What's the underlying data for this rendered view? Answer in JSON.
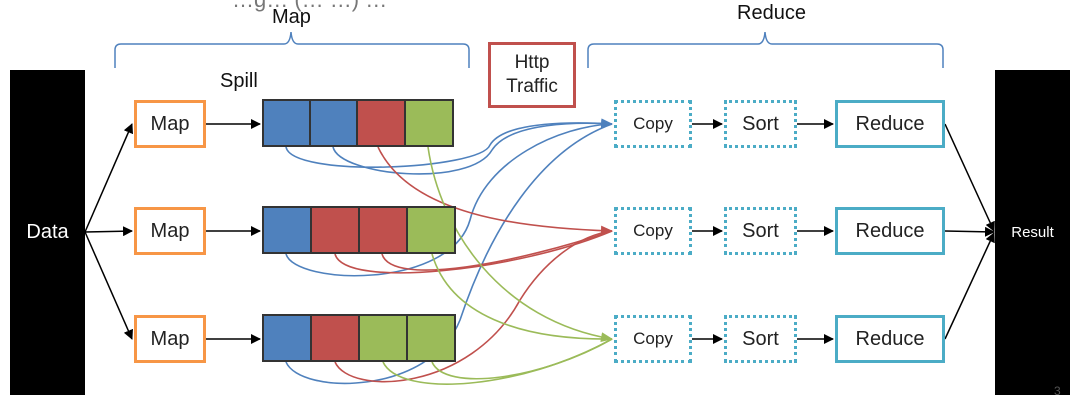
{
  "header_fragment": "…g… (… …) …",
  "labels": {
    "map_section": "Map",
    "reduce_section": "Reduce",
    "spill": "Spill"
  },
  "data_label": "Data",
  "result_label": "Result",
  "http": {
    "line1": "Http",
    "line2": "Traffic"
  },
  "map_rows": [
    {
      "map_label": "Map",
      "spill_segments": [
        "blue",
        "blue",
        "red",
        "green"
      ]
    },
    {
      "map_label": "Map",
      "spill_segments": [
        "blue",
        "red",
        "red",
        "green"
      ]
    },
    {
      "map_label": "Map",
      "spill_segments": [
        "blue",
        "red",
        "green",
        "green"
      ]
    }
  ],
  "reduce_rows": [
    {
      "copy": "Copy",
      "sort": "Sort",
      "reduce": "Reduce"
    },
    {
      "copy": "Copy",
      "sort": "Sort",
      "reduce": "Reduce"
    },
    {
      "copy": "Copy",
      "sort": "Sort",
      "reduce": "Reduce"
    }
  ],
  "page_number": "3",
  "colors": {
    "blue": "#4f81bd",
    "red": "#c0504d",
    "green": "#9bbb59",
    "map_border": "#f79646",
    "reduce_border": "#4bacc6",
    "brace": "#4f81bd"
  }
}
